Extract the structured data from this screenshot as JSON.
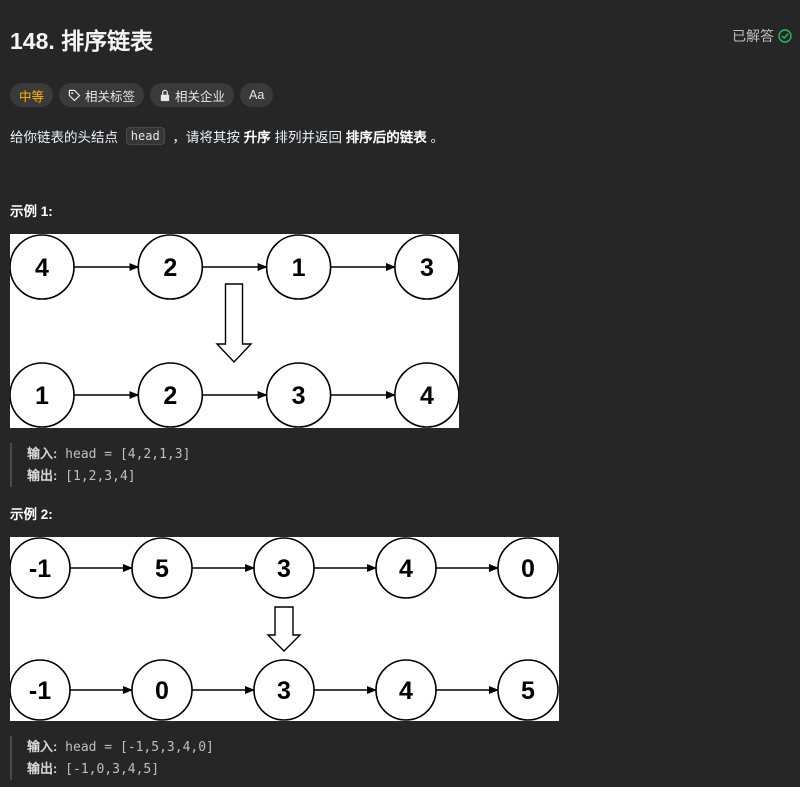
{
  "problem": {
    "title": "148. 排序链表",
    "status": "已解答"
  },
  "tags": {
    "difficulty": "中等",
    "related_topics": "相关标签",
    "related_companies": "相关企业",
    "font_toggle": "Aa"
  },
  "description": {
    "part1": "给你链表的头结点 ",
    "code": "head",
    "part2": " ，请将其按 ",
    "bold1": "升序",
    "part3": " 排列并返回 ",
    "bold2": "排序后的链表",
    "part4": " 。"
  },
  "examples": [
    {
      "title": "示例 1:",
      "input_label": "输入:",
      "input_value": " head = [4,2,1,3]",
      "output_label": "输出:",
      "output_value": " [1,2,3,4]",
      "before": [
        "4",
        "2",
        "1",
        "3"
      ],
      "after": [
        "1",
        "2",
        "3",
        "4"
      ]
    },
    {
      "title": "示例 2:",
      "input_label": "输入:",
      "input_value": " head = [-1,5,3,4,0]",
      "output_label": "输出:",
      "output_value": " [-1,0,3,4,5]",
      "before": [
        "-1",
        "5",
        "3",
        "4",
        "0"
      ],
      "after": [
        "-1",
        "0",
        "3",
        "4",
        "5"
      ]
    }
  ],
  "colors": {
    "background": "#262626",
    "difficulty_medium": "#ffb800",
    "solved_check": "#2cbb5d"
  }
}
